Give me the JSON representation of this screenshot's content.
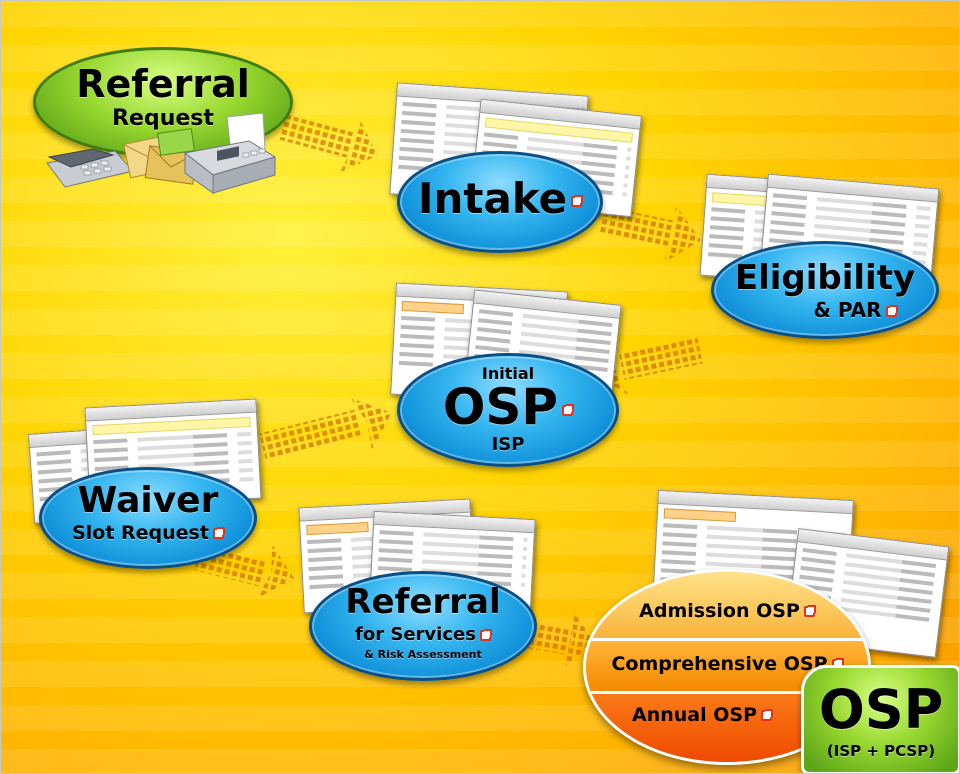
{
  "colors": {
    "background": "#ffd400",
    "blue_node": "#1aa3ea",
    "green_node": "#8cd02c",
    "orange_node": "#f47a00",
    "link_icon": "#e3331b"
  },
  "nodes": {
    "referral_request": {
      "title": "Referral",
      "subtitle": "Request"
    },
    "intake": {
      "title": "Intake"
    },
    "eligibility": {
      "title": "Eligibility",
      "subtitle": "& PAR"
    },
    "initial_osp": {
      "pre": "Initial",
      "title": "OSP",
      "subtitle": "ISP"
    },
    "waiver": {
      "title": "Waiver",
      "subtitle": "Slot Request"
    },
    "referral_services": {
      "title": "Referral",
      "subtitle": "for Services",
      "note": "& Risk Assessment"
    },
    "osp_stack": {
      "items": [
        "Admission OSP",
        "Comprehensive OSP",
        "Annual OSP"
      ]
    },
    "osp_badge": {
      "title": "OSP",
      "subtitle": "(ISP + PCSP)"
    }
  },
  "icons": [
    "telephone-icon",
    "envelope-icon",
    "fax-machine-icon",
    "external-link-icon"
  ]
}
